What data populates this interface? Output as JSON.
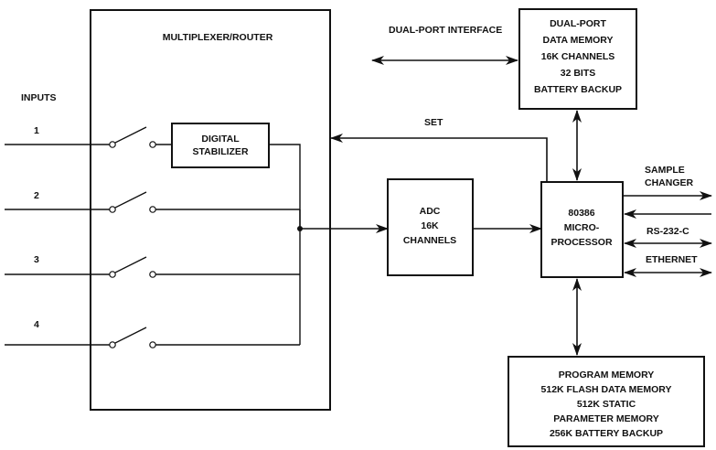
{
  "blocks": {
    "mux": {
      "label": "MULTIPLEXER/ROUTER"
    },
    "dig_stab": {
      "lines": [
        "DIGITAL",
        "STABILIZER"
      ]
    },
    "adc": {
      "lines": [
        "ADC",
        "16K",
        "CHANNELS"
      ]
    },
    "cpu": {
      "lines": [
        "80386",
        "MICRO-",
        "PROCESSOR"
      ]
    },
    "dpmem": {
      "lines": [
        "DUAL-PORT",
        "DATA MEMORY",
        "16K CHANNELS",
        "32 BITS",
        "BATTERY BACKUP"
      ]
    },
    "progmem": {
      "lines": [
        "PROGRAM MEMORY",
        "512K FLASH DATA MEMORY",
        "512K STATIC",
        "PARAMETER MEMORY",
        "256K BATTERY BACKUP"
      ]
    }
  },
  "labels": {
    "inputs": "INPUTS",
    "input_numbers": [
      "1",
      "2",
      "3",
      "4"
    ],
    "dual_port_interface": "DUAL-PORT INTERFACE",
    "set": "SET",
    "sample_changer": [
      "SAMPLE",
      "CHANGER"
    ],
    "rs232": "RS-232-C",
    "ethernet": "ETHERNET"
  },
  "colors": {
    "ink": "#111111",
    "background": "#ffffff"
  }
}
